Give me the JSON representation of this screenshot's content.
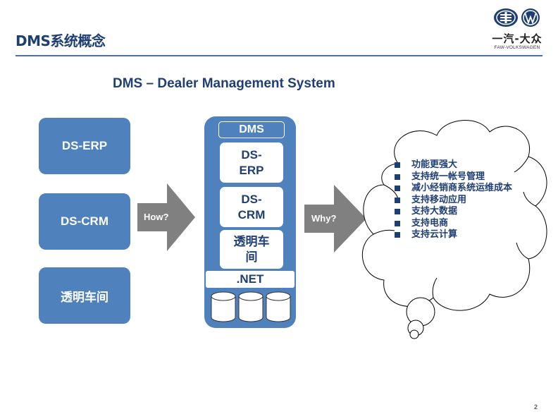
{
  "header": {
    "title": "DMS系统概念",
    "logo_text": "一汽-大众",
    "logo_subtext": "FAW-VOLKSWAGEN"
  },
  "subtitle": "DMS – Dealer Management System",
  "left_boxes": [
    {
      "label": "DS-ERP"
    },
    {
      "label": "DS-CRM"
    },
    {
      "label": "透明车间"
    }
  ],
  "arrows": {
    "how": "How?",
    "why": "Why?"
  },
  "dms_stack": {
    "header": "DMS",
    "modules": [
      {
        "line1": "DS-",
        "line2": "ERP"
      },
      {
        "line1": "DS-",
        "line2": "CRM"
      },
      {
        "line1": "透明车",
        "line2": "间"
      }
    ],
    "platform": ".NET",
    "databases": 3
  },
  "cloud": {
    "items": [
      {
        "text": "功能更强大"
      },
      {
        "text": "支持统一帐号管理"
      },
      {
        "text": "减小经销商系统运维成本"
      },
      {
        "text": "支持移动应用"
      },
      {
        "text": "支持大数据"
      },
      {
        "text": "支持电商"
      },
      {
        "text": "支持云计算"
      }
    ]
  },
  "colors": {
    "title": "#1f3f73",
    "box_fill": "#4f81bd",
    "arrow_fill": "#808080",
    "rule": "#4a6fb0"
  },
  "page_number": "2"
}
